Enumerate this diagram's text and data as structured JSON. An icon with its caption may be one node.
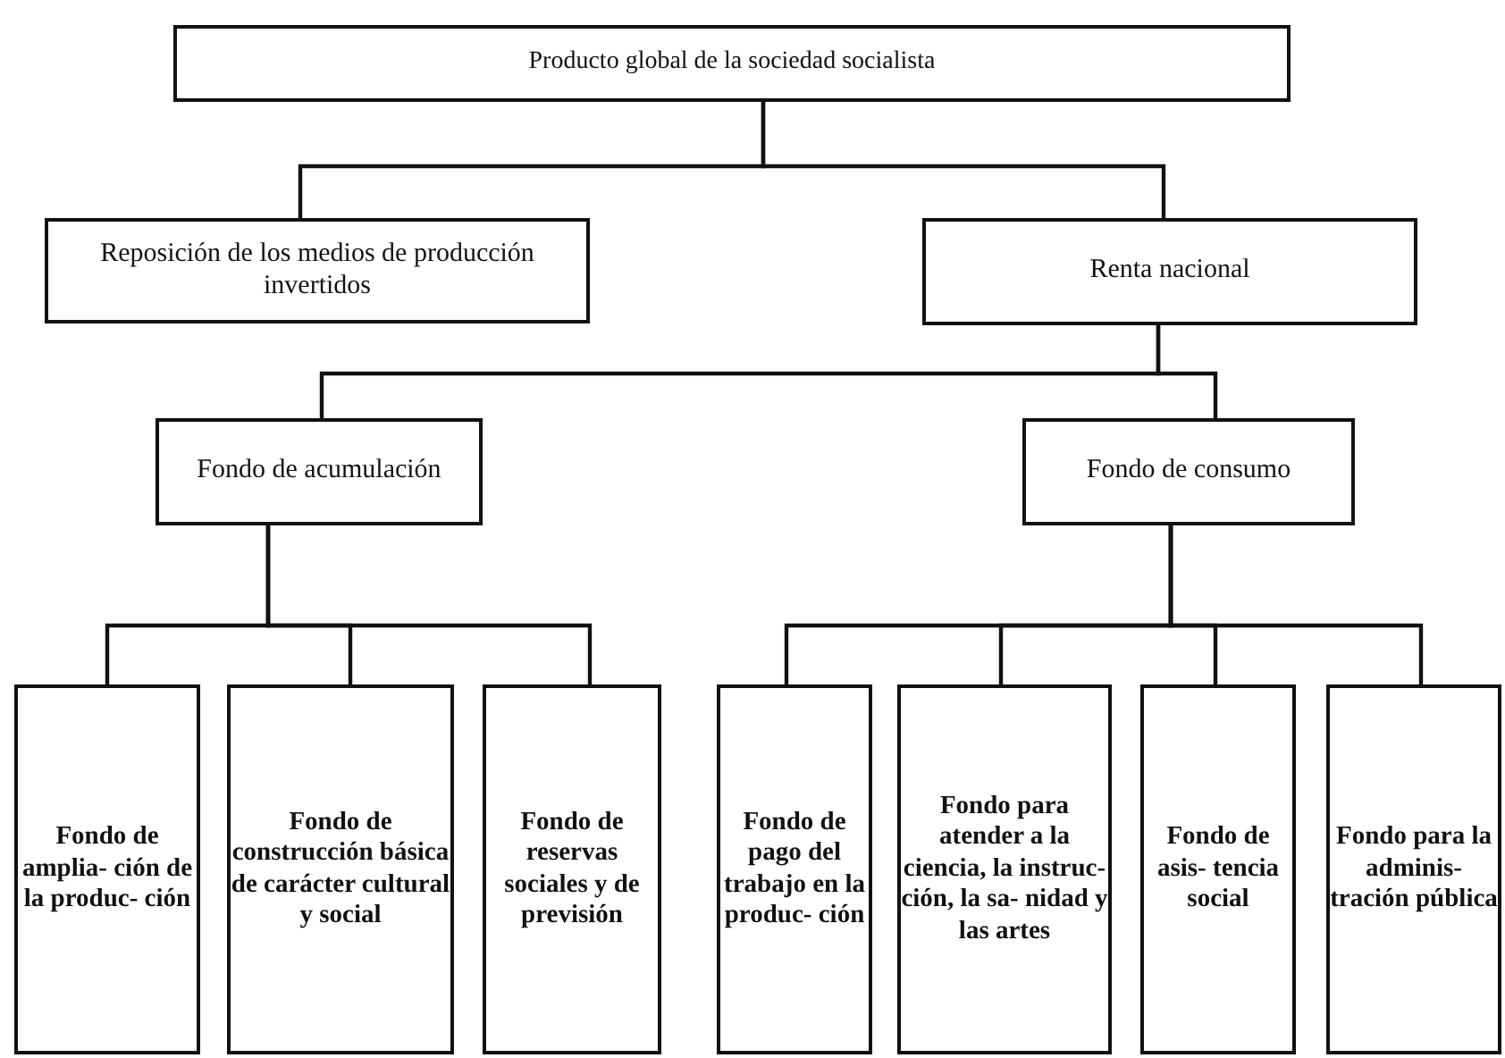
{
  "diagram": {
    "nodes": [
      {
        "text": [
          "Producto global de la sociedad socialista"
        ]
      },
      {
        "text": [
          "Reposición de los medios de producción invertidos"
        ]
      },
      {
        "text": [
          "Renta nacional"
        ]
      },
      {
        "text": [
          "Fondo de acumulación"
        ]
      },
      {
        "text": [
          "Fondo de consumo"
        ]
      },
      {
        "text": [
          "Fondo de amplia- ción de la produc- ción"
        ]
      },
      {
        "text": [
          "Fondo de construcción básica de carácter cultural y social"
        ]
      },
      {
        "text": [
          "Fondo de reservas sociales y de previsión"
        ]
      },
      {
        "text": [
          "Fondo de pago del trabajo en la produc- ción"
        ]
      },
      {
        "text": [
          "Fondo para atender a la ciencia, la instruc- ción, la sa- nidad y las artes"
        ]
      },
      {
        "text": [
          "Fondo de asis- tencia social"
        ]
      },
      {
        "text": [
          "Fondo para la adminis- tración pública"
        ]
      }
    ],
    "edges": [
      {
        "from": 0,
        "to": 1,
        "arrow": "none"
      },
      {
        "from": 0,
        "to": 2,
        "arrow": "none"
      },
      {
        "from": 2,
        "to": 3,
        "arrow": "none"
      },
      {
        "from": 2,
        "to": 4,
        "arrow": "none"
      },
      {
        "from": 3,
        "to": 5,
        "arrow": "none"
      },
      {
        "from": 3,
        "to": 6,
        "arrow": "none"
      },
      {
        "from": 3,
        "to": 7,
        "arrow": "none"
      },
      {
        "from": 4,
        "to": 8,
        "arrow": "none"
      },
      {
        "from": 4,
        "to": 9,
        "arrow": "none"
      },
      {
        "from": 4,
        "to": 10,
        "arrow": "none"
      },
      {
        "from": 4,
        "to": 11,
        "arrow": "none"
      }
    ]
  }
}
